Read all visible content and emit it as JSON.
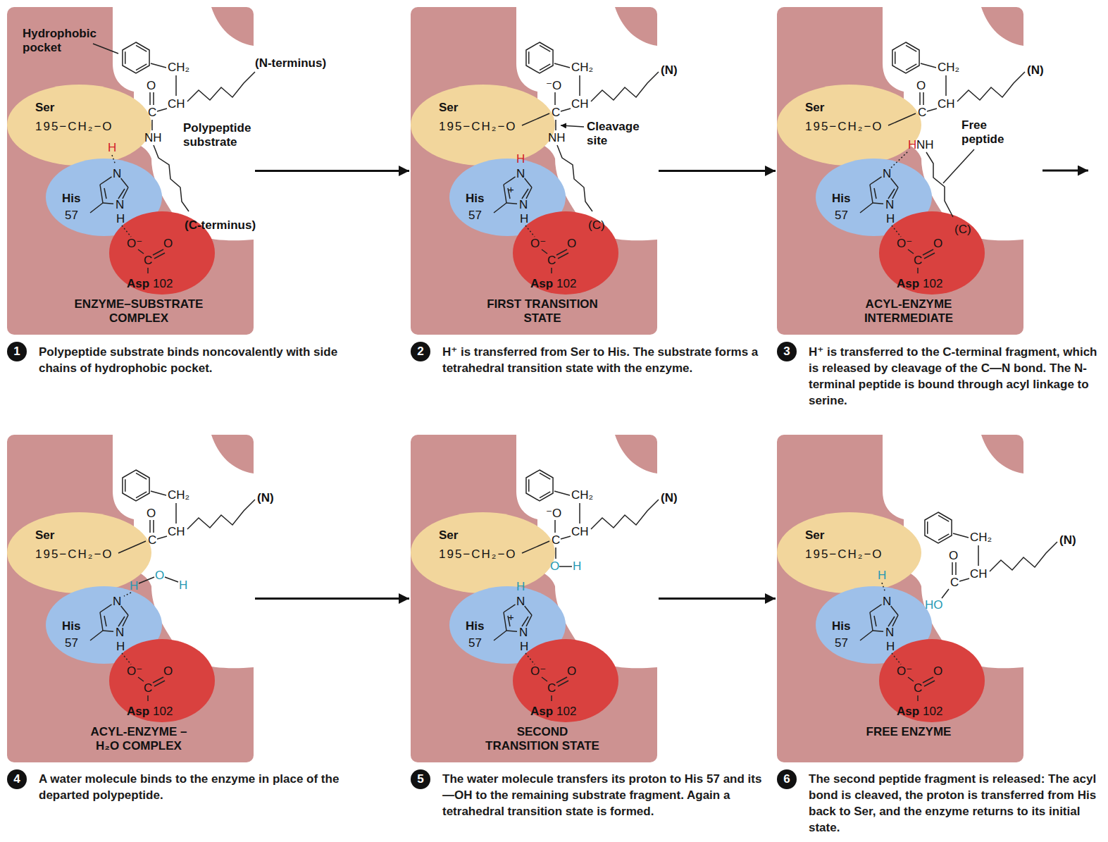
{
  "diagram": {
    "nodes": [
      {
        "text": [
          "ENZYME–SUBSTRATE COMPLEX"
        ]
      },
      {
        "text": [
          "Ser",
          "195−CH₂−O"
        ],
        "in": 0
      },
      {
        "text": [
          "His",
          "57"
        ],
        "in": 0
      },
      {
        "text": [
          "Asp",
          "102"
        ],
        "in": 0
      },
      {
        "text": [
          "1"
        ]
      },
      {
        "text": [
          "FIRST TRANSITION STATE"
        ]
      },
      {
        "text": [
          "Ser",
          "195−CH₂−O"
        ],
        "in": 5
      },
      {
        "text": [
          "His",
          "57"
        ],
        "in": 5
      },
      {
        "text": [
          "Asp",
          "102"
        ],
        "in": 5
      },
      {
        "text": [
          "2"
        ]
      },
      {
        "text": [
          "ACYL-ENZYME INTERMEDIATE"
        ]
      },
      {
        "text": [
          "Ser",
          "195−CH₂−O"
        ],
        "in": 10
      },
      {
        "text": [
          "His",
          "57"
        ],
        "in": 10
      },
      {
        "text": [
          "Asp",
          "102"
        ],
        "in": 10
      },
      {
        "text": [
          "3"
        ]
      },
      {
        "text": [
          "ACYL-ENZYME – H₂O COMPLEX"
        ]
      },
      {
        "text": [
          "Ser",
          "195−CH₂−O"
        ],
        "in": 15
      },
      {
        "text": [
          "His",
          "57"
        ],
        "in": 15
      },
      {
        "text": [
          "Asp",
          "102"
        ],
        "in": 15
      },
      {
        "text": [
          "4"
        ]
      },
      {
        "text": [
          "SECOND TRANSITION STATE"
        ]
      },
      {
        "text": [
          "Ser",
          "195−CH₂−O"
        ],
        "in": 20
      },
      {
        "text": [
          "His",
          "57"
        ],
        "in": 20
      },
      {
        "text": [
          "Asp",
          "102"
        ],
        "in": 20
      },
      {
        "text": [
          "5"
        ]
      },
      {
        "text": [
          "FREE ENZYME"
        ]
      },
      {
        "text": [
          "Ser",
          "195−CH₂−O"
        ],
        "in": 25
      },
      {
        "text": [
          "His",
          "57"
        ],
        "in": 25
      },
      {
        "text": [
          "Asp",
          "102"
        ],
        "in": 25
      },
      {
        "text": [
          "6"
        ]
      }
    ],
    "edges": [
      {
        "from": 0,
        "to": 5,
        "arrow": "to"
      },
      {
        "from": 5,
        "to": 10,
        "arrow": "to"
      },
      {
        "from": 15,
        "to": 20,
        "arrow": "to"
      },
      {
        "from": 20,
        "to": 25,
        "arrow": "to"
      }
    ],
    "labels": [
      "Hydrophobic pocket",
      "CH₂",
      "O",
      "CH",
      "C",
      "(N-terminus)",
      "NH",
      "Polypeptide substrate",
      "H",
      "N",
      "N",
      "H",
      "(C-terminus)",
      "O⁻",
      "C",
      "O",
      "Polypeptide substrate binds noncovalently with side chains of hydrophobic pocket.",
      "CH₂",
      "⁻O",
      "CH",
      "C",
      "(N)",
      "NH",
      "Cleavage site",
      "H",
      "N",
      "+",
      "N",
      "H",
      "(C)",
      "O⁻",
      "C",
      "O",
      "H⁺ is transferred from Ser to His. The substrate forms a tetrahedral transition state with the enzyme.",
      "CH₂",
      "O",
      "CH",
      "C",
      "(N)",
      "H",
      "NH",
      "Free peptide",
      "N",
      "N",
      "H",
      "(C)",
      "O⁻",
      "C",
      "O",
      "H⁺ is transferred to the C-terminal fragment, which is released by cleavage of the C—N bond. The N-terminal peptide is bound through acyl linkage to serine.",
      "CH₂",
      "O",
      "CH",
      "C",
      "(N)",
      "H",
      "O",
      "H",
      "N",
      "N",
      "H",
      "O⁻",
      "C",
      "O",
      "A water molecule binds to the enzyme in place of the departed polypeptide.",
      "CH₂",
      "⁻O",
      "CH",
      "C",
      "(N)",
      "O",
      "H",
      "H",
      "N",
      "+",
      "N",
      "H",
      "O⁻",
      "C",
      "O",
      "The water molecule transfers its proton to His 57 and its —OH to the remaining substrate fragment. Again a tetrahedral transition state is formed.",
      "H",
      "CH₂",
      "O",
      "CH",
      "C",
      "(N)",
      "HO",
      "N",
      "N",
      "H",
      "O⁻",
      "C",
      "O",
      "The second peptide fragment is released: The acyl bond is cleaved, the proton is transferred from His back to Ser, and the enzyme returns to its initial state."
    ]
  }
}
